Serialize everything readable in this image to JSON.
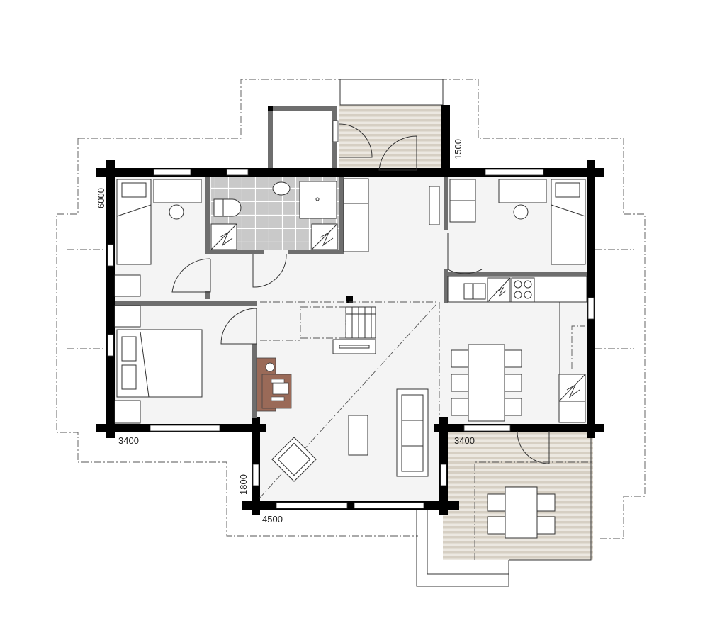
{
  "dimensions": {
    "bedroom_depth": "6000",
    "entry_porch_depth": "1500",
    "bedroom_width": "3400",
    "dining_width": "3400",
    "living_bay_depth": "1800",
    "living_width": "4500"
  },
  "colors": {
    "wall": "#000000",
    "interior_wall": "#6e6e6e",
    "floor": "#f4f4f4",
    "tile": "#c9c9c9",
    "deck": "#d9d2c6",
    "desk": "#9a6a58"
  }
}
